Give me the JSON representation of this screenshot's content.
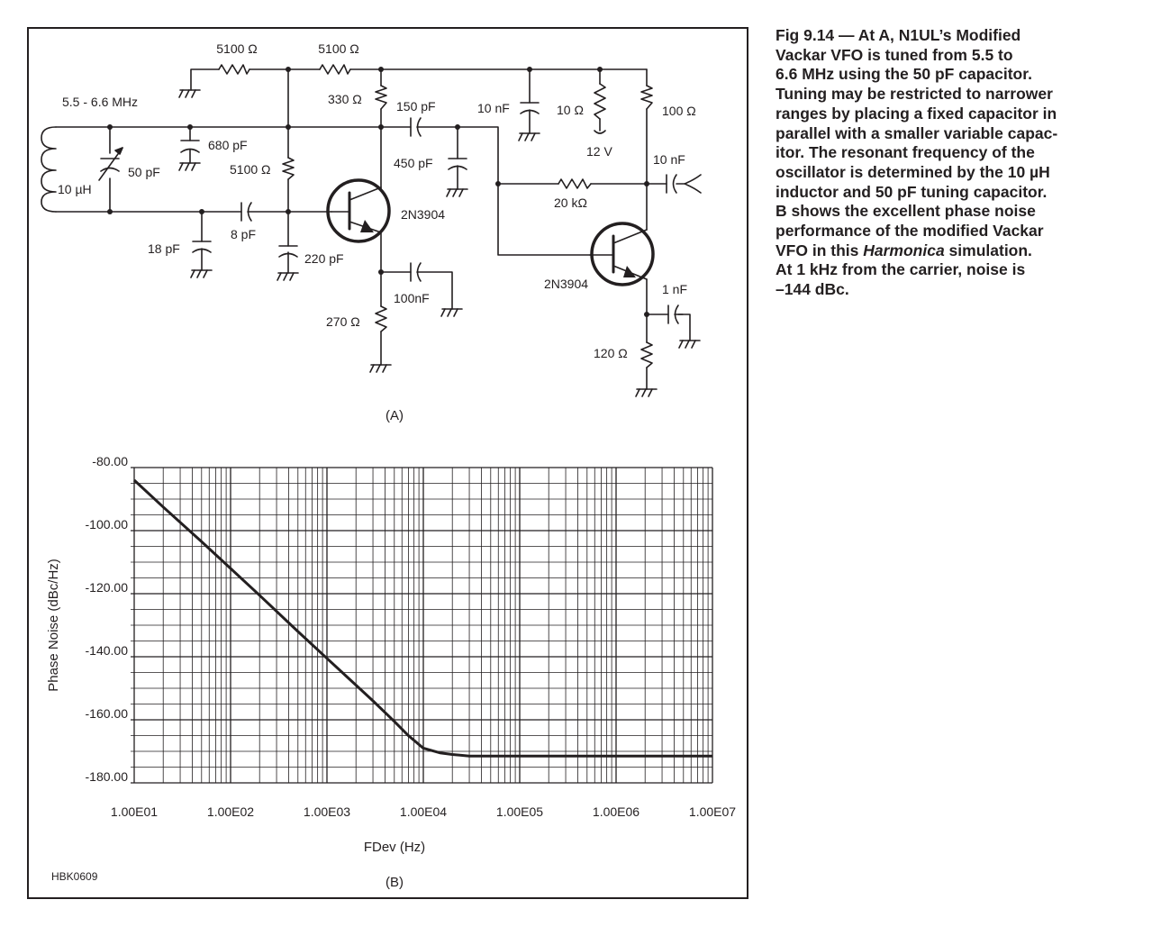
{
  "caption": {
    "lines": [
      "Fig 9.14 — At A, N1UL’s Modified",
      "Vackar VFO is tuned from 5.5 to",
      "6.6 MHz using the 50 pF capacitor.",
      "Tuning may be restricted to narrower",
      "ranges by placing a fixed capacitor in",
      "parallel with a smaller variable capac-",
      "itor. The resonant frequency of the",
      "oscillator is determined by the 10 µH",
      "inductor and 50 pF tuning capacitor.",
      "B shows the excellent phase noise",
      "performance of the modified Vackar"
    ],
    "line12_pre": "VFO in this ",
    "line12_italic": "Harmonica",
    "line12_post": " simulation.",
    "line13": "At 1 kHz from the carrier, noise is",
    "line14": "–144 dBc."
  },
  "schematic": {
    "part_label": "(A)",
    "freq_range": "5.5 - 6.6 MHz",
    "inductor": "10 µH",
    "tuning_cap": "50 pF",
    "c_680": "680 pF",
    "c_18": "18 pF",
    "c_8": "8 pF",
    "c_220": "220 pF",
    "r_bias_left": "5100 Ω",
    "r_bias_right": "5100 Ω",
    "r_bias_vertical": "5100 Ω",
    "r_330": "330 Ω",
    "c_150": "150 pF",
    "c_450": "450 pF",
    "c_100n": "100nF",
    "r_270": "270 Ω",
    "c_10n_top": "10 nF",
    "r_10": "10 Ω",
    "supply": "12 V",
    "r_100": "100 Ω",
    "c_10n_out": "10 nF",
    "r_20k": "20 kΩ",
    "q1": "2N3904",
    "q2": "2N3904",
    "c_1n": "1 nF",
    "r_120": "120 Ω"
  },
  "plot": {
    "part_label": "(B)",
    "credit": "HBK0609"
  },
  "chart_data": {
    "type": "line",
    "title": "",
    "xlabel": "FDev (Hz)",
    "ylabel": "Phase Noise  (dBc/Hz)",
    "x_scale": "log",
    "xlim": [
      10,
      10000000
    ],
    "ylim": [
      -180,
      -80
    ],
    "x_ticks": [
      "1.00E01",
      "1.00E02",
      "1.00E03",
      "1.00E04",
      "1.00E05",
      "1.00E06",
      "1.00E07"
    ],
    "y_ticks": [
      "-80.00",
      "-100.00",
      "-120.00",
      "-140.00",
      "-160.00",
      "-180.00"
    ],
    "grid": true,
    "series": [
      {
        "x": [
          10,
          20,
          50,
          100,
          200,
          500,
          1000,
          2000,
          3000,
          5000,
          7000,
          10000,
          15000,
          20000,
          30000,
          50000,
          100000,
          1000000,
          10000000
        ],
        "y": [
          -84,
          -92.5,
          -103.5,
          -112,
          -120.5,
          -132,
          -140.5,
          -149,
          -154,
          -160.5,
          -165,
          -169,
          -170.5,
          -171,
          -171.5,
          -171.5,
          -171.5,
          -171.5,
          -171.5
        ]
      }
    ]
  }
}
